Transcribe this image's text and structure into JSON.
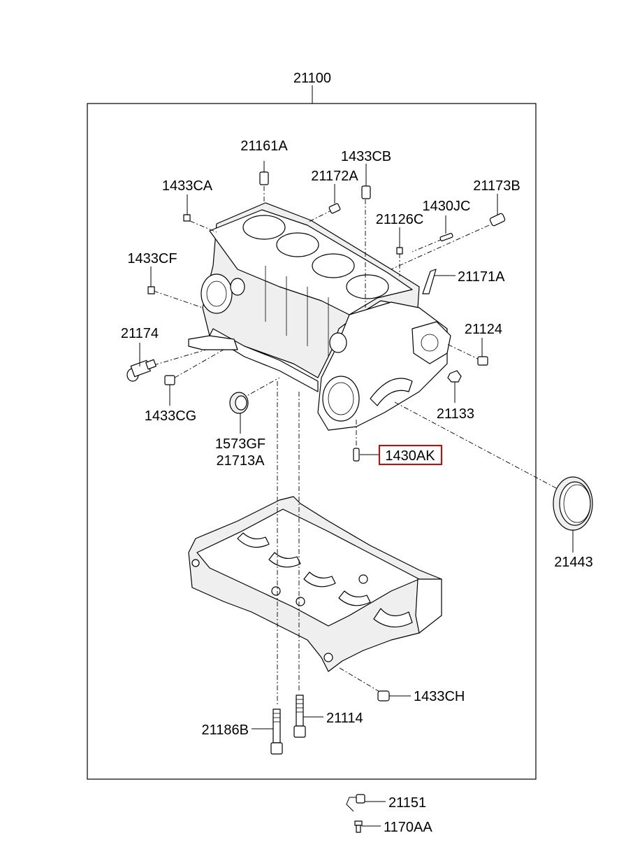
{
  "title": "",
  "highlight_color": "#e00000",
  "labels": {
    "assembly": "21100",
    "l21161A": "21161A",
    "l1433CB": "1433CB",
    "l21172A": "21172A",
    "l1433CA": "1433CA",
    "l21173B": "21173B",
    "l1430JC": "1430JC",
    "l21126C": "21126C",
    "l1433CF": "1433CF",
    "l21171A": "21171A",
    "l21174": "21174",
    "l21124": "21124",
    "l1433CG": "1433CG",
    "l21133": "21133",
    "l1573GF": "1573GF",
    "l21713A": "21713A",
    "l1430AK": "1430AK",
    "l21443": "21443",
    "l1433CH": "1433CH",
    "l21114": "21114",
    "l21186B": "21186B",
    "l21151": "21151",
    "l1170AA": "1170AA"
  }
}
